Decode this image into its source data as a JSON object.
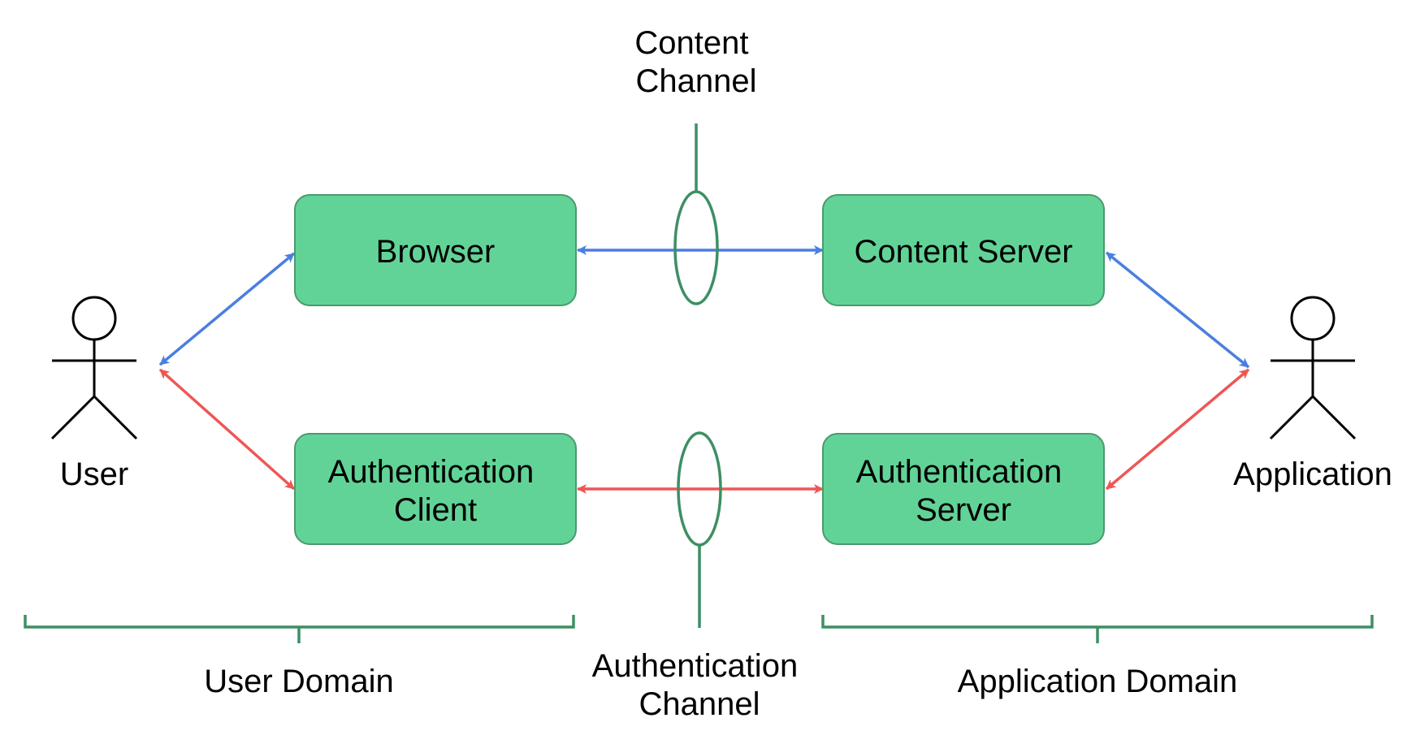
{
  "colors": {
    "node_fill": "#62d397",
    "node_stroke": "#4a9a6e",
    "channel_stroke": "#3d8f63",
    "blue_arrow": "#4a7fe0",
    "red_arrow": "#ee5656",
    "actor_stroke": "#000000",
    "text": "#000000"
  },
  "actors": {
    "user": {
      "label": "User",
      "icon": "stick-figure-icon"
    },
    "application": {
      "label": "Application",
      "icon": "stick-figure-icon"
    }
  },
  "nodes": {
    "browser": {
      "label_lines": [
        "Browser"
      ]
    },
    "content_server": {
      "label_lines": [
        "Content Server"
      ]
    },
    "auth_client": {
      "label_lines": [
        "Authentication",
        "Client"
      ]
    },
    "auth_server": {
      "label_lines": [
        "Authentication",
        "Server"
      ]
    }
  },
  "channels": {
    "content": {
      "label_lines": [
        "Content",
        "Channel"
      ]
    },
    "authentication": {
      "label_lines": [
        "Authentication",
        "Channel"
      ]
    }
  },
  "domains": {
    "user": {
      "label": "User Domain"
    },
    "application": {
      "label": "Application Domain"
    }
  }
}
